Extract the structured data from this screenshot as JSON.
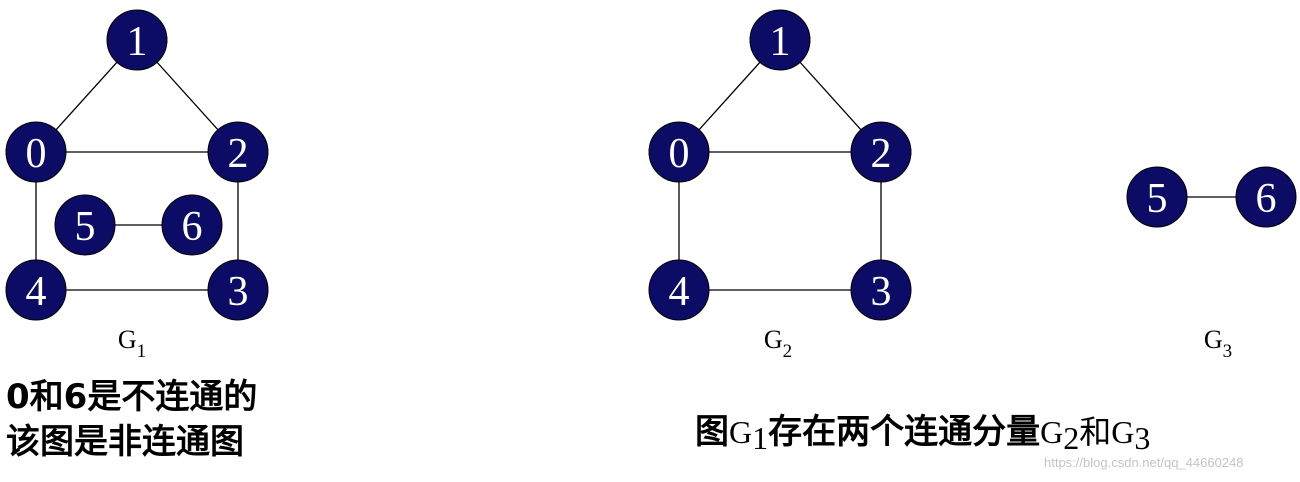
{
  "graphs": [
    {
      "id": "G1",
      "caption": {
        "letter": "G",
        "sub": "1"
      },
      "nodes": [
        "0",
        "1",
        "2",
        "3",
        "4",
        "5",
        "6"
      ],
      "edges": [
        [
          "1",
          "0"
        ],
        [
          "1",
          "2"
        ],
        [
          "0",
          "2"
        ],
        [
          "0",
          "4"
        ],
        [
          "2",
          "3"
        ],
        [
          "4",
          "3"
        ],
        [
          "5",
          "6"
        ]
      ]
    },
    {
      "id": "G2",
      "caption": {
        "letter": "G",
        "sub": "2"
      },
      "nodes": [
        "0",
        "1",
        "2",
        "3",
        "4"
      ],
      "edges": [
        [
          "1",
          "0"
        ],
        [
          "1",
          "2"
        ],
        [
          "0",
          "2"
        ],
        [
          "0",
          "4"
        ],
        [
          "2",
          "3"
        ],
        [
          "4",
          "3"
        ]
      ]
    },
    {
      "id": "G3",
      "caption": {
        "letter": "G",
        "sub": "3"
      },
      "nodes": [
        "5",
        "6"
      ],
      "edges": [
        [
          "5",
          "6"
        ]
      ]
    }
  ],
  "note_left": {
    "line1": "0和6是不连通的",
    "line2": "该图是非连通图"
  },
  "note_right": {
    "p1": "图",
    "g1": "G",
    "s1": "1",
    "p2": "存在两个连通分量",
    "g2": "G",
    "s2": "2",
    "p3": "和",
    "g3": "G",
    "s3": "3"
  },
  "watermark": "https://blog.csdn.net/qq_44660248",
  "colors": {
    "node_fill": "#0c0b66",
    "node_text": "#ffffff",
    "edge": "#000000"
  }
}
